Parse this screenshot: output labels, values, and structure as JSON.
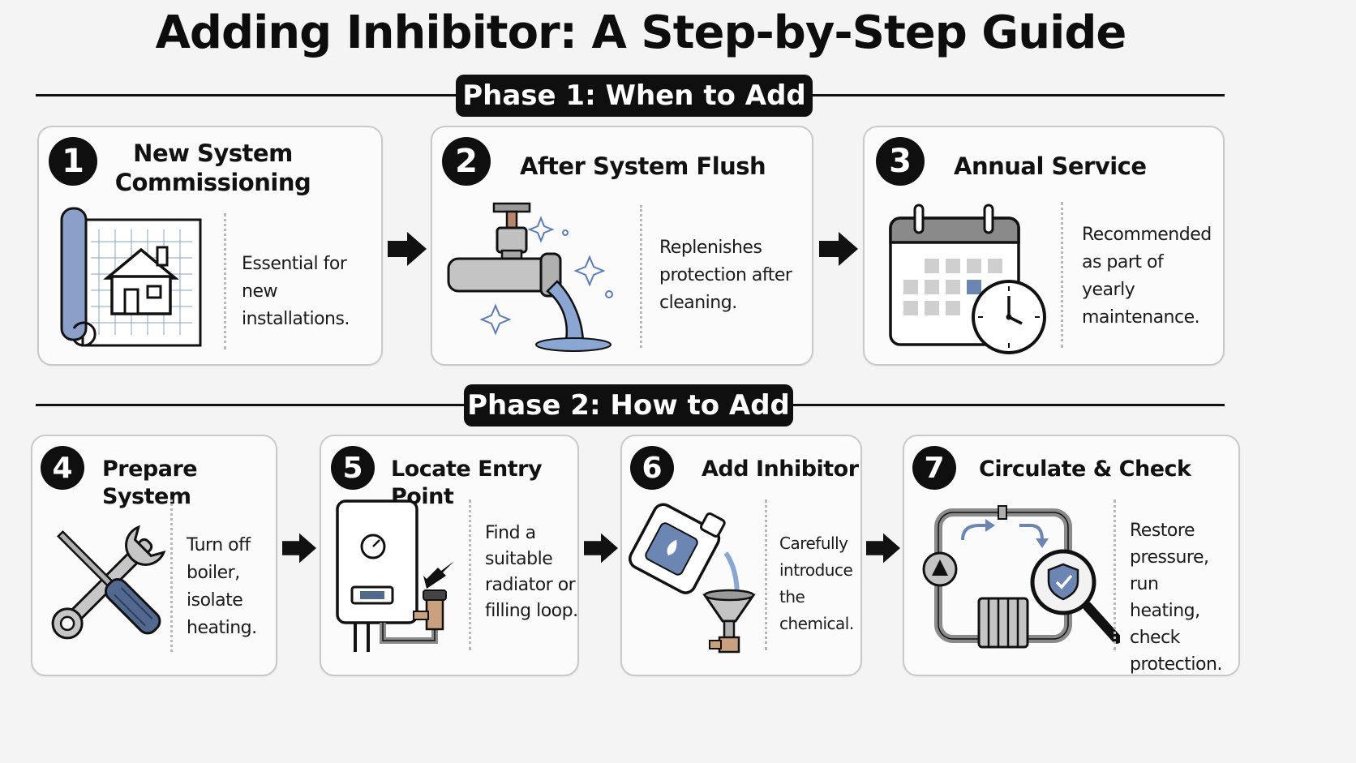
{
  "title": "Adding Inhibitor: A Step-by-Step Guide",
  "phase1": {
    "label": "Phase 1: When to Add",
    "steps": [
      {
        "number": "1",
        "title": "New System\nCommissioning",
        "description": "Essential for\nnew installations.",
        "icon": "blueprint-house-icon"
      },
      {
        "number": "2",
        "title": "After System Flush",
        "description": "Replenishes\nprotection after\ncleaning.",
        "icon": "water-tap-icon"
      },
      {
        "number": "3",
        "title": "Annual Service",
        "description": "Recommended\nas part of\nyearly\nmaintenance.",
        "icon": "calendar-clock-icon"
      }
    ]
  },
  "phase2": {
    "label": "Phase 2: How to Add",
    "steps": [
      {
        "number": "4",
        "title": "Prepare System",
        "description": "Turn off\nboiler, isolate\nheating.",
        "icon": "wrench-screwdriver-icon"
      },
      {
        "number": "5",
        "title": "Locate Entry Point",
        "description": "Find a\nsuitable\nradiator or\nfilling loop.",
        "icon": "boiler-icon"
      },
      {
        "number": "6",
        "title": "Add Inhibitor",
        "description": "Carefully\nintroduce\nthe chemical.",
        "icon": "bottle-funnel-icon"
      },
      {
        "number": "7",
        "title": "Circulate & Check",
        "description": "Restore\npressure, run\nheating, check\nprotection.",
        "icon": "circulation-check-icon"
      }
    ]
  },
  "colors": {
    "accent_blue": "#6b86b3",
    "dark": "#0f0f0f",
    "card_border": "#c9c9c9"
  }
}
